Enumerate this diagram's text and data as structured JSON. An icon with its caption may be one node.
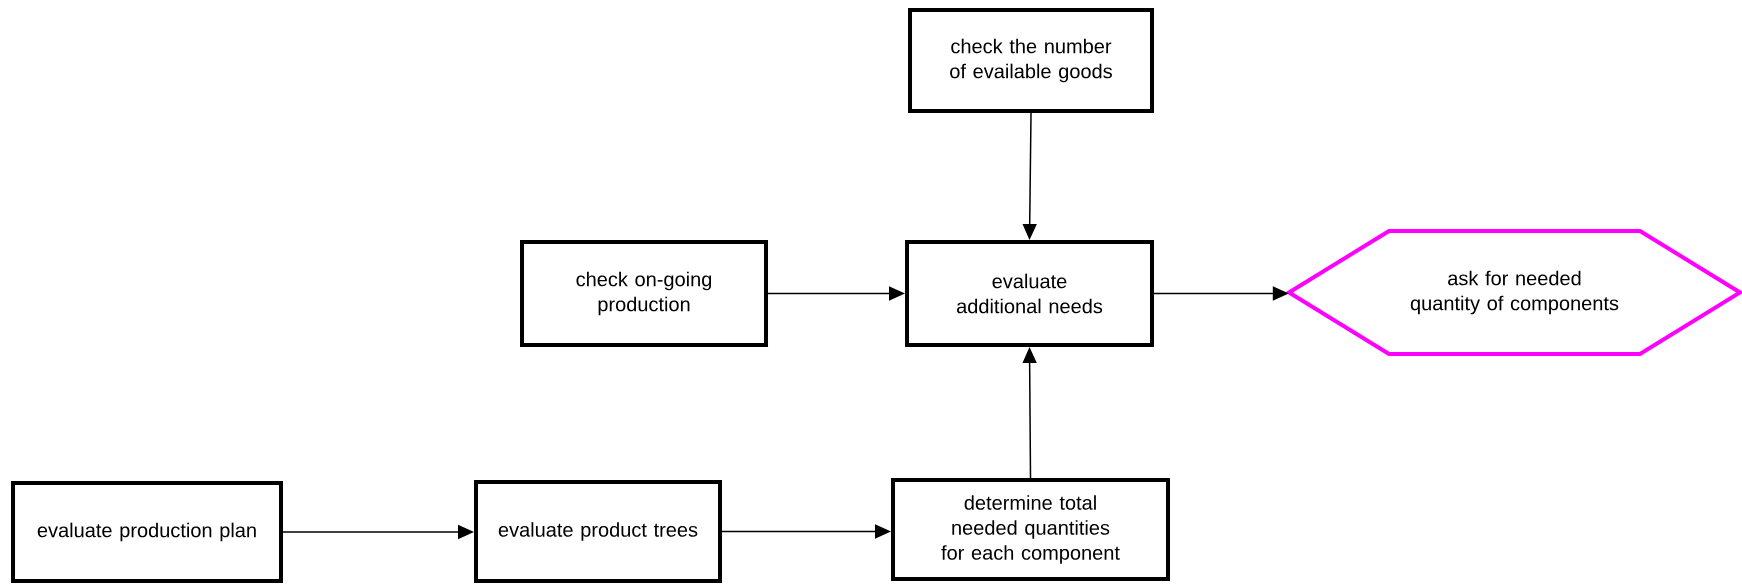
{
  "diagram": {
    "nodes": [
      {
        "text": [
          "check the number of evailable goods"
        ]
      },
      {
        "text": [
          "check on-going production"
        ]
      },
      {
        "text": [
          "evaluate additional needs"
        ]
      },
      {
        "text": [
          "ask for needed quantity of components"
        ]
      },
      {
        "text": [
          "evaluate production plan"
        ]
      },
      {
        "text": [
          "evaluate product trees"
        ]
      },
      {
        "text": [
          "determine total needed quantities for each component"
        ]
      }
    ],
    "edges": [
      {
        "from": 0,
        "to": 2,
        "arrow": "to"
      },
      {
        "from": 1,
        "to": 2,
        "arrow": "to"
      },
      {
        "from": 2,
        "to": 3,
        "arrow": "to"
      },
      {
        "from": 4,
        "to": 5,
        "arrow": "to"
      },
      {
        "from": 5,
        "to": 6,
        "arrow": "to"
      },
      {
        "from": 6,
        "to": 2,
        "arrow": "to"
      }
    ]
  }
}
